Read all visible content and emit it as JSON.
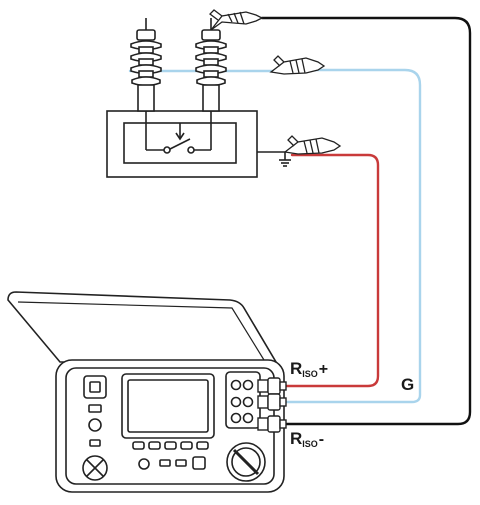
{
  "labels": {
    "riso_plus": {
      "main": "R",
      "sub": "ISO",
      "sign": "+"
    },
    "riso_minus": {
      "main": "R",
      "sub": "ISO",
      "sign": "-"
    },
    "guard": "G"
  },
  "colors": {
    "outline": "#222222",
    "lead_black": "#111111",
    "lead_blue": "#a9d4ec",
    "lead_red": "#c93a3a",
    "body_fill": "#ffffff"
  }
}
